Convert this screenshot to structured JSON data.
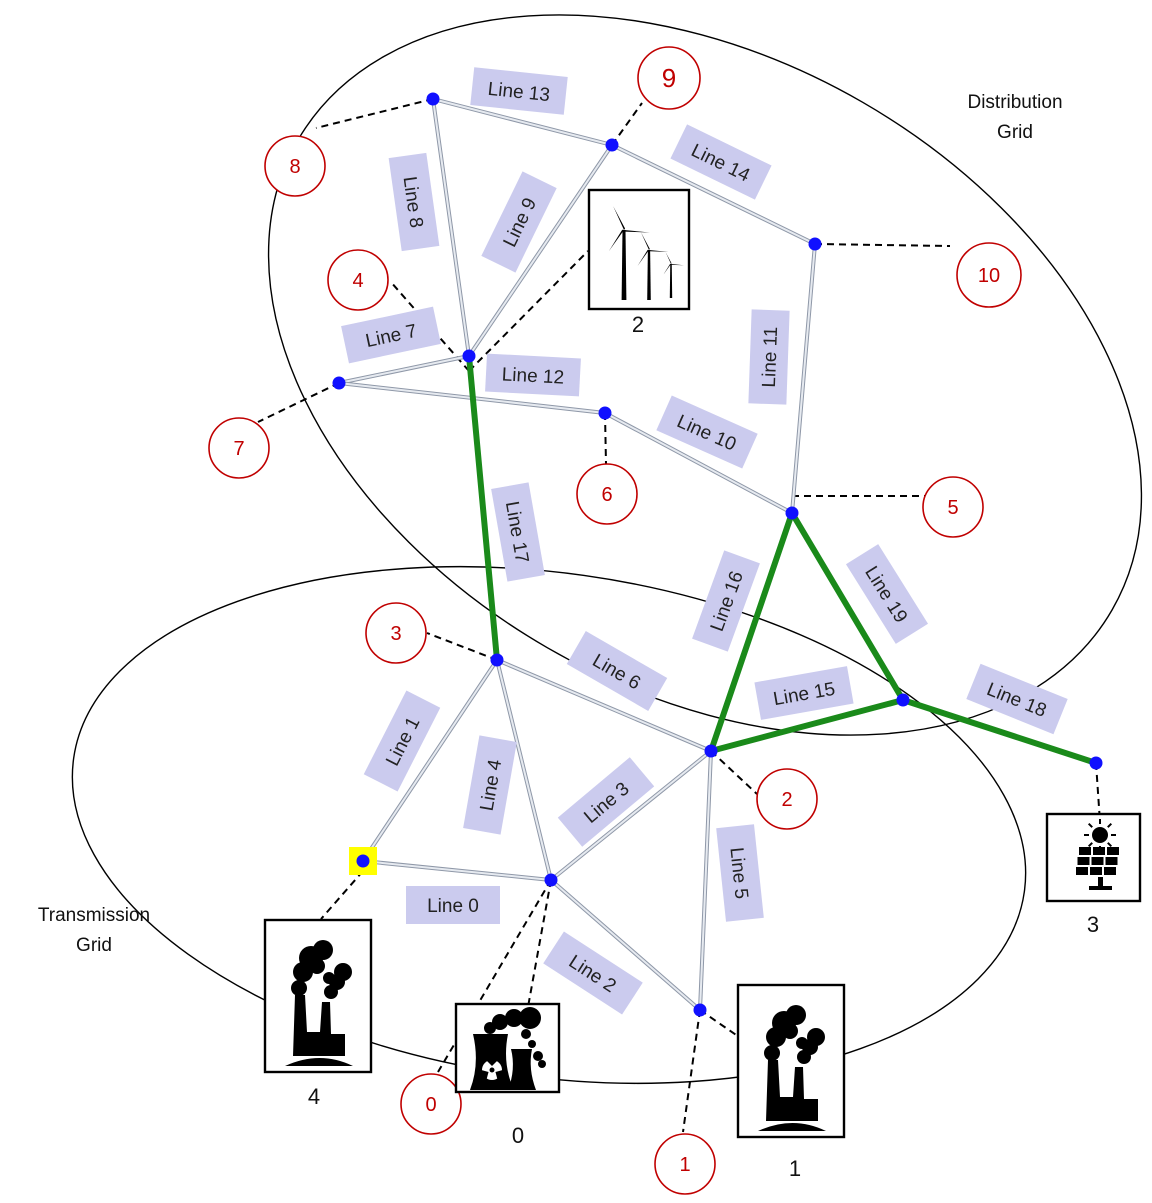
{
  "regions": {
    "distribution": [
      "Distribution",
      "Grid"
    ],
    "transmission": [
      "Transmission",
      "Grid"
    ]
  },
  "lines": [
    {
      "id": "Line 0",
      "a": "n_tr4",
      "b": "n_tr0"
    },
    {
      "id": "Line 1",
      "a": "n_tr4",
      "b": "n_tr3"
    },
    {
      "id": "Line 2",
      "a": "n_tr0",
      "b": "n_tr1"
    },
    {
      "id": "Line 3",
      "a": "n_tr0",
      "b": "n_tr2"
    },
    {
      "id": "Line 4",
      "a": "n_tr3",
      "b": "n_tr0"
    },
    {
      "id": "Line 5",
      "a": "n_tr2",
      "b": "n_tr1"
    },
    {
      "id": "Line 6",
      "a": "n_tr3",
      "b": "n_tr2"
    },
    {
      "id": "Line 7",
      "a": "n_d7",
      "b": "n_d4"
    },
    {
      "id": "Line 8",
      "a": "n_d8",
      "b": "n_d4"
    },
    {
      "id": "Line 9",
      "a": "n_d4",
      "b": "n_d9"
    },
    {
      "id": "Line 10",
      "a": "n_d6",
      "b": "n_d5"
    },
    {
      "id": "Line 11",
      "a": "n_d10",
      "b": "n_d5"
    },
    {
      "id": "Line 12",
      "a": "n_d7",
      "b": "n_d6"
    },
    {
      "id": "Line 13",
      "a": "n_d8",
      "b": "n_d9"
    },
    {
      "id": "Line 14",
      "a": "n_d9",
      "b": "n_d10"
    },
    {
      "id": "Line 15",
      "a": "n_tr2",
      "b": "n_d18"
    },
    {
      "id": "Line 16",
      "a": "n_tr2",
      "b": "n_d5"
    },
    {
      "id": "Line 17",
      "a": "n_d4",
      "b": "n_tr3"
    },
    {
      "id": "Line 18",
      "a": "n_d18",
      "b": "n_pv3"
    },
    {
      "id": "Line 19",
      "a": "n_d5",
      "b": "n_d18"
    }
  ],
  "highlighted_lines": [
    "Line 15",
    "Line 16",
    "Line 17",
    "Line 18",
    "Line 19"
  ],
  "loads": [
    "0",
    "1",
    "2",
    "3",
    "4",
    "5",
    "6",
    "7",
    "8",
    "9",
    "10"
  ],
  "generators": [
    {
      "id": "0",
      "type": "nuclear-plant"
    },
    {
      "id": "1",
      "type": "thermal-plant"
    },
    {
      "id": "2",
      "type": "wind-farm"
    },
    {
      "id": "3",
      "type": "solar-panel"
    },
    {
      "id": "4",
      "type": "thermal-plant"
    }
  ],
  "slack_bus_color": "#ffff00",
  "colors": {
    "bus": "#1010ff",
    "line": "#b8c0cc",
    "highlight": "#1a8a1a",
    "label_bg": "#cbcbee",
    "load_circle": "#c00000"
  }
}
